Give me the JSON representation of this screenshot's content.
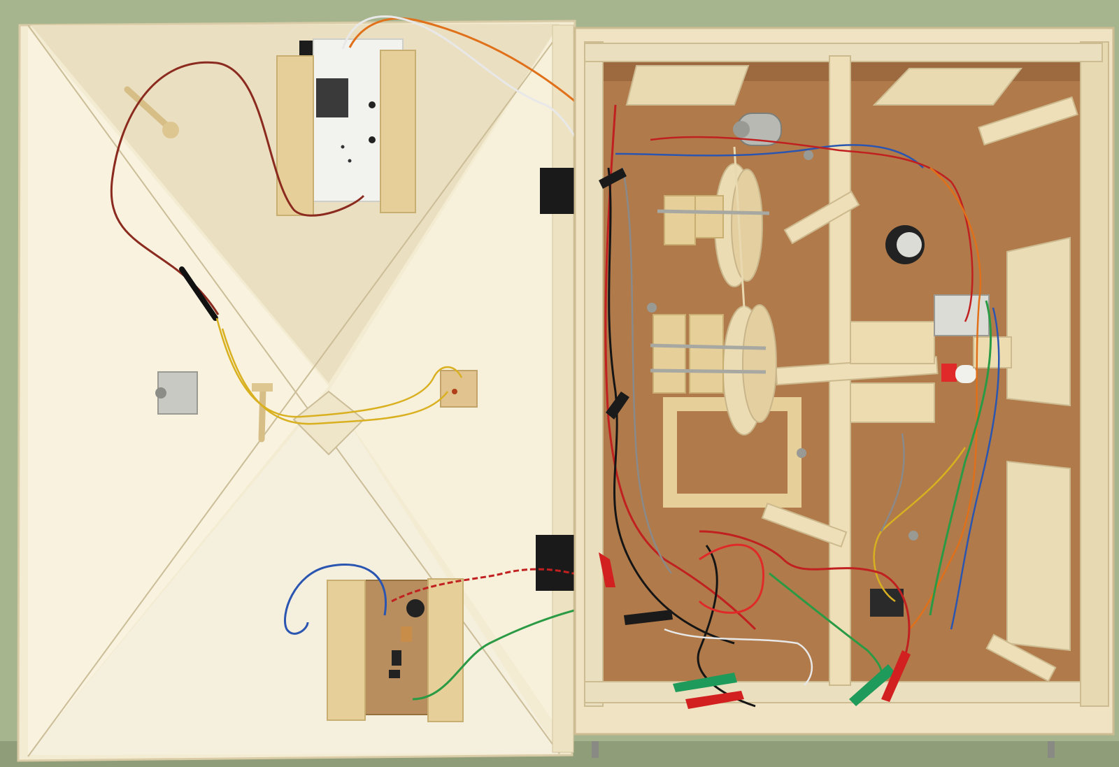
{
  "photo": {
    "colors": {
      "background": "#a7b58f",
      "lid_wood": "#f4ecd2",
      "lid_shadow": "#e9ddbb",
      "box_frame": "#efe3c3",
      "plywood": "#b07a4a",
      "plywood_dark": "#8a5a33",
      "batten": "#eedfb8",
      "wire_red": "#c02020",
      "wire_black": "#151515",
      "wire_blue": "#2a55b0",
      "wire_green": "#2a9a44",
      "wire_orange": "#e0701a",
      "wire_white": "#e8e8e8",
      "wire_yellow": "#d9b020",
      "wire_gray": "#8a8a8a",
      "clip_red": "#d22020",
      "clip_green": "#1e9a5a",
      "tape_black": "#1a1a1a",
      "disc": "#ecdcb4"
    },
    "icons": [
      "relay-board",
      "transistor-board",
      "dc-motor",
      "pulley-disc",
      "buzzer",
      "alligator-clip",
      "electrical-tape"
    ]
  }
}
